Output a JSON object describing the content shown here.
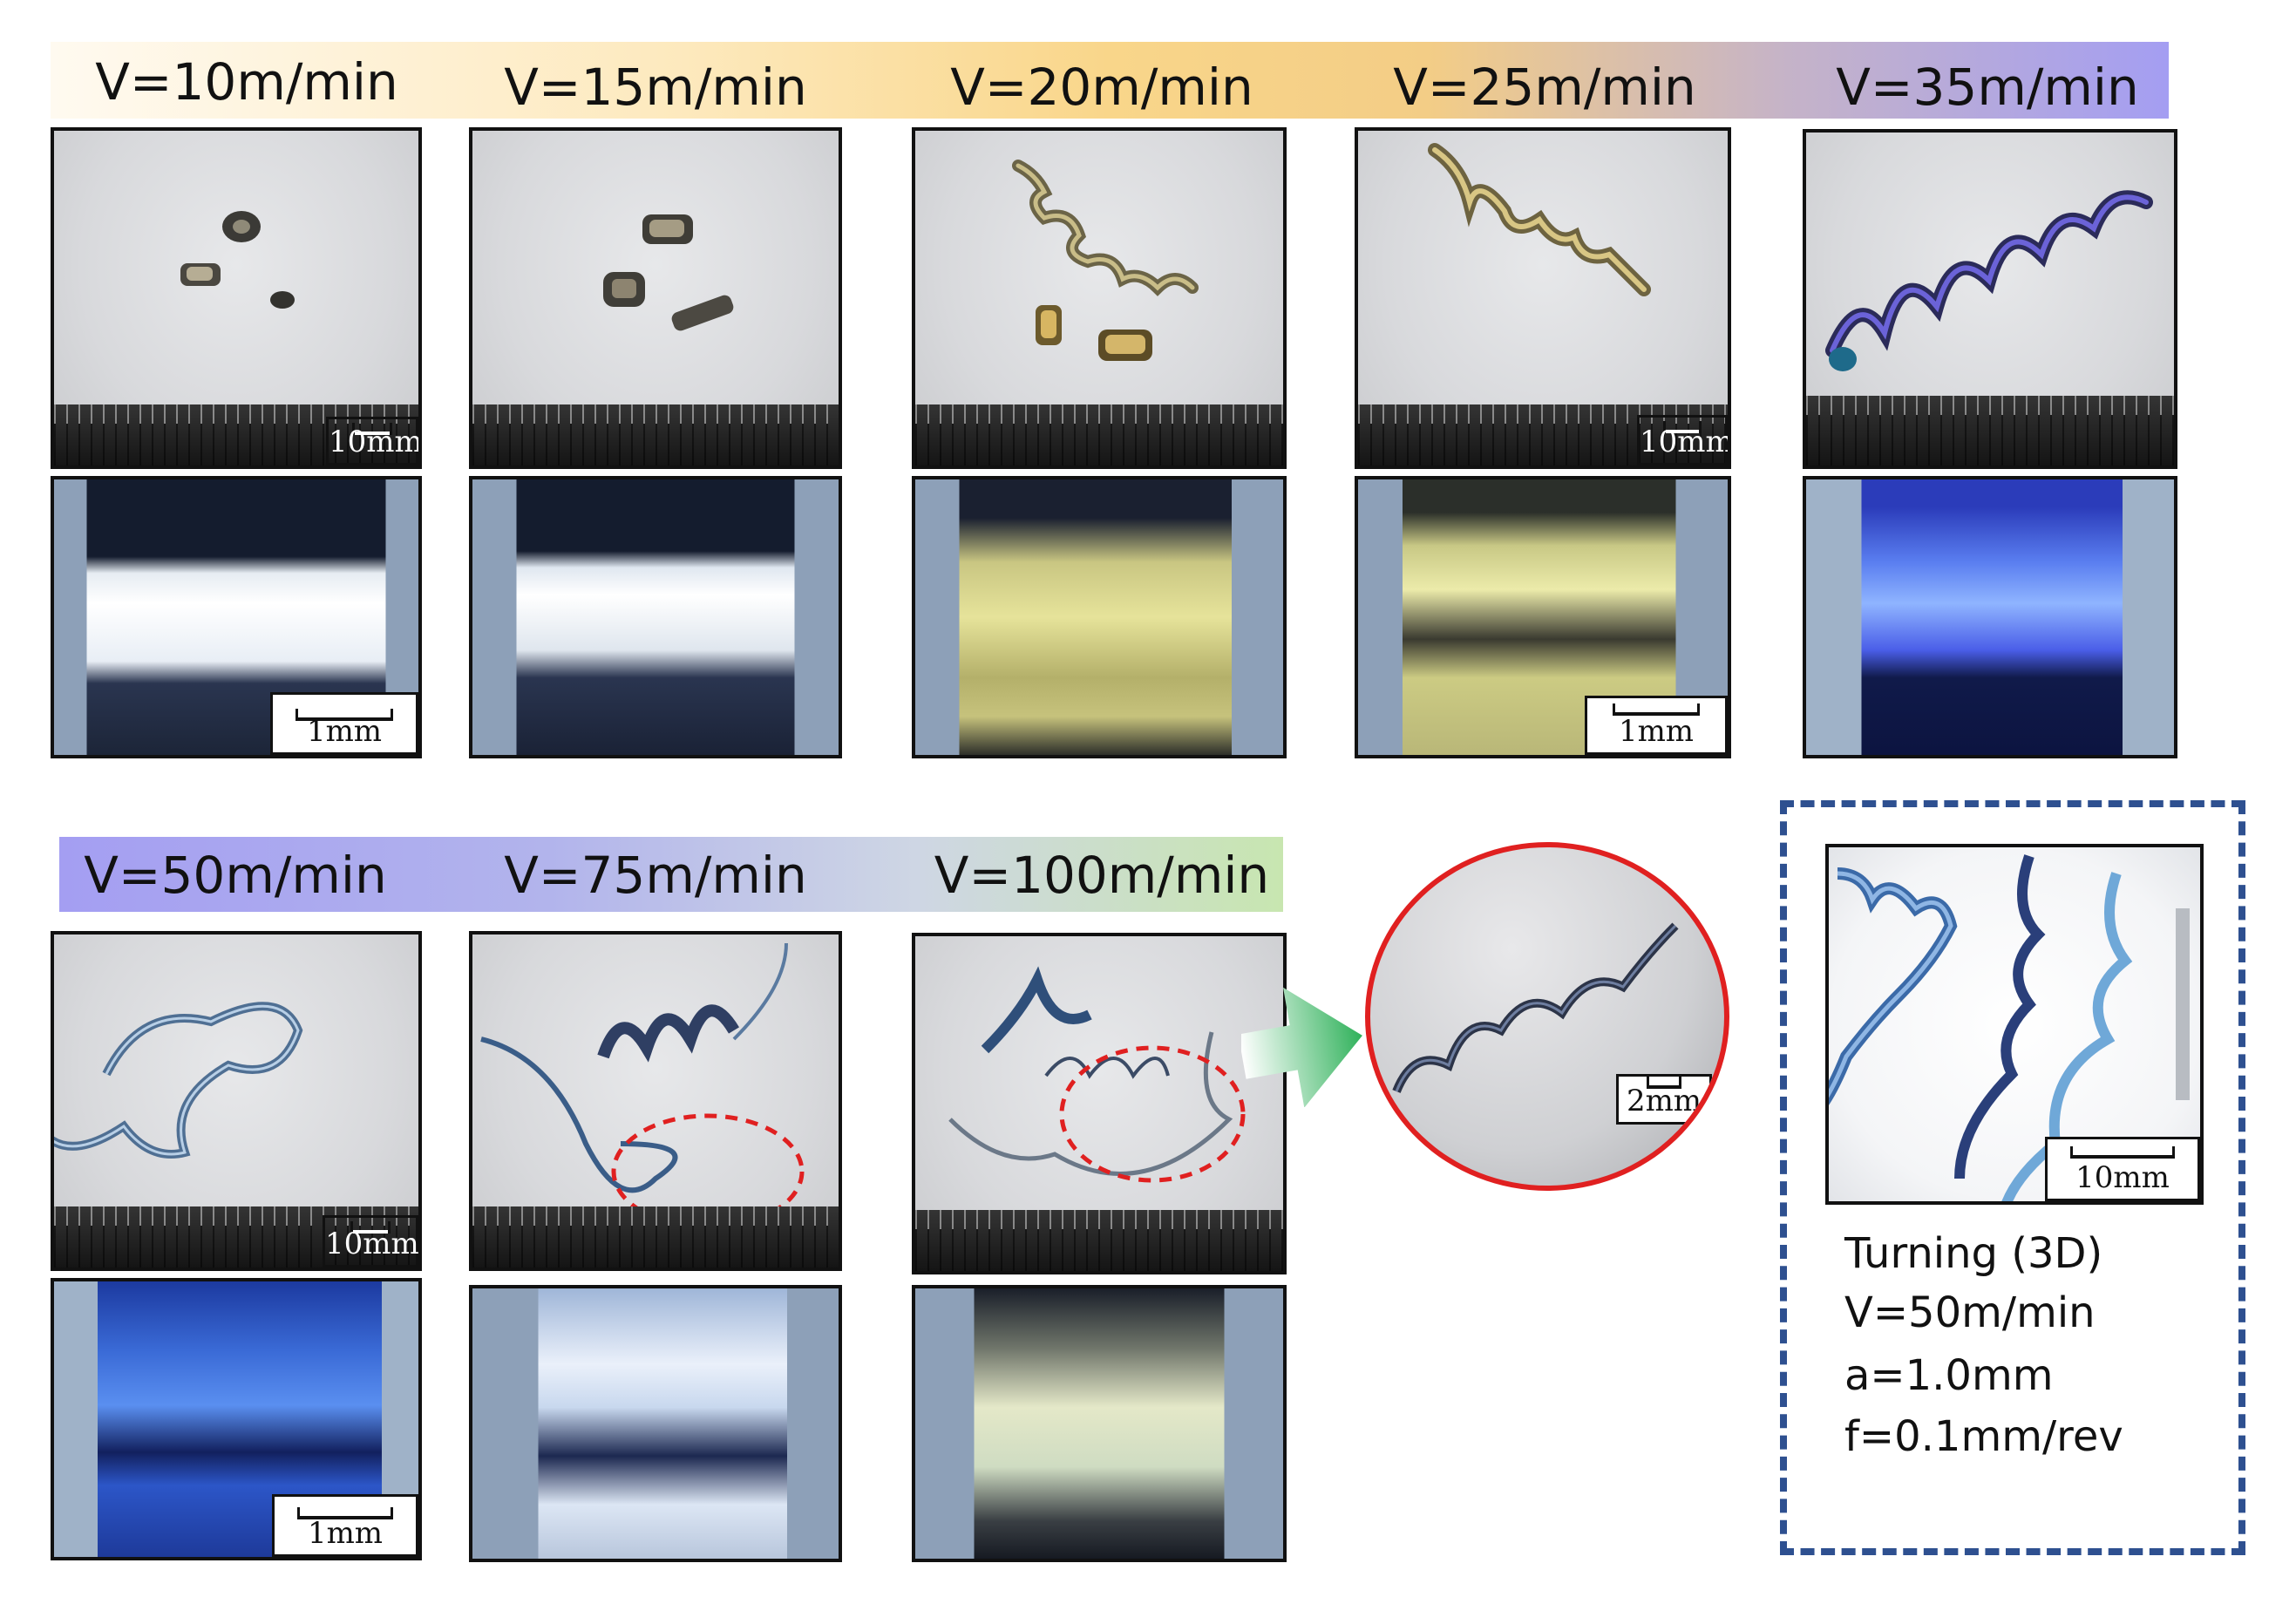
{
  "top_row": {
    "speeds": [
      "V=10m/min",
      "V=15m/min",
      "V=20m/min",
      "V=25m/min",
      "V=35m/min"
    ],
    "chip_scale_labels": [
      "10mm",
      "10mm"
    ],
    "micro_scale_labels": [
      "1mm",
      "1mm"
    ]
  },
  "bottom_row": {
    "speeds": [
      "V=50m/min",
      "V=75m/min",
      "V=100m/min"
    ],
    "chip_scale_label": "10mm",
    "micro_scale_label": "1mm"
  },
  "zoom": {
    "scale_label": "2mm"
  },
  "inset": {
    "scale_label": "10mm",
    "params": [
      "Turning (3D)",
      "V=50m/min",
      "a=1.0mm",
      "f=0.1mm/rev"
    ]
  },
  "colors": {
    "band_top_start": "#fffaf0",
    "band_top_mid": "#f9d68a",
    "band_top_end": "#a49ef2",
    "band_bottom_start": "#a49ef2",
    "band_bottom_end": "#c8e6b0",
    "dashed_border": "#2e5090",
    "zoom_circle": "#e02020",
    "arrow": "#2fb15a"
  }
}
